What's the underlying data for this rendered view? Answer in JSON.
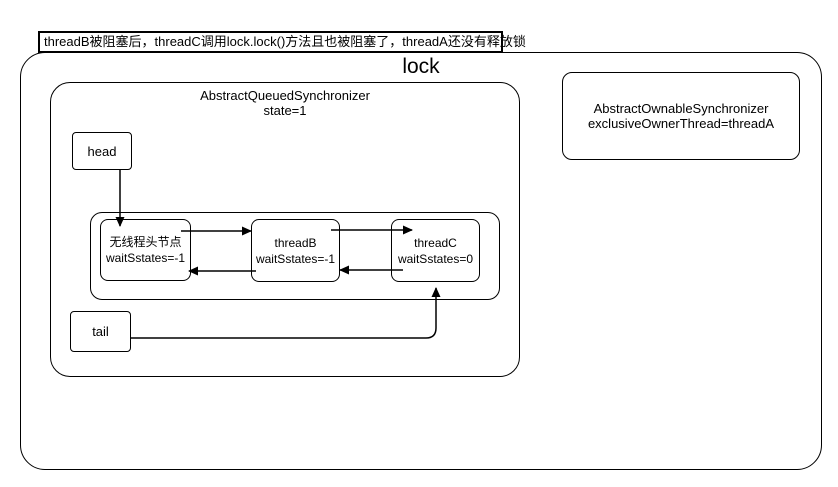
{
  "annotation": {
    "text": "threadB被阻塞后，threadC调用lock.lock()方法且也被阻塞了，threadA还没有释放锁"
  },
  "lock_container": {
    "title": "lock"
  },
  "aqs_box": {
    "class_name": "AbstractQueuedSynchronizer",
    "state": "state=1"
  },
  "aos_box": {
    "class_name": "AbstractOwnableSynchronizer",
    "owner": "exclusiveOwnerThread=threadA"
  },
  "pointers": {
    "head_label": "head",
    "tail_label": "tail"
  },
  "queue": {
    "nodes": [
      {
        "name": "无线程头节点",
        "wait_state": "waitSstates=-1"
      },
      {
        "name": "threadB",
        "wait_state": "waitSstates=-1"
      },
      {
        "name": "threadC",
        "wait_state": "waitSstates=0"
      }
    ]
  },
  "colors": {
    "line": "#000000",
    "background": "#ffffff"
  }
}
